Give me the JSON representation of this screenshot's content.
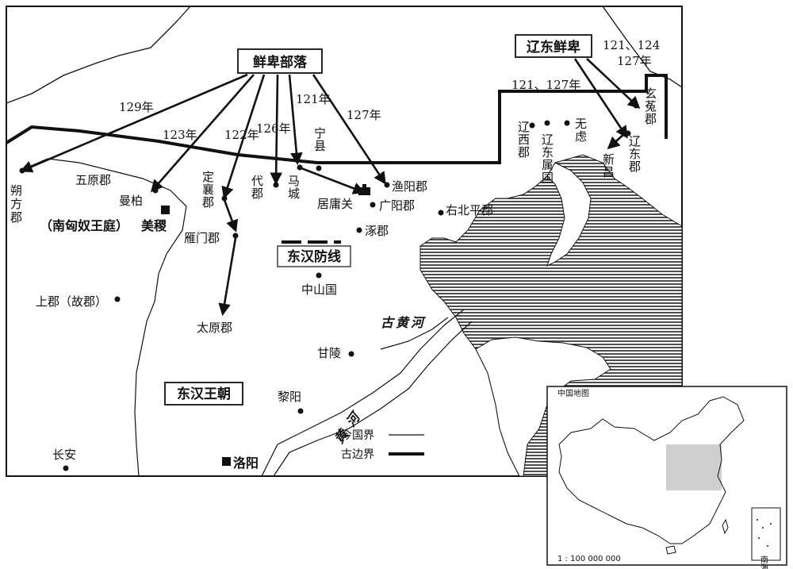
{
  "map": {
    "boxes": {
      "xianbei_tribes": "鲜卑部落",
      "liaodong_xianbei": "辽东鲜卑",
      "eastern_han_dynasty": "东汉王朝",
      "eastern_han_defense_line": "东汉防线"
    },
    "places": {
      "shuofang": "朔方郡",
      "wuyuan": "五原郡",
      "manbai": "曼柏",
      "meiji": "美稷",
      "south_xiongnu_court": "（南匈奴王庭）",
      "dingxiang": "定襄郡",
      "yanmen": "雁门郡",
      "taiyuan": "太原郡",
      "shangjun": "上郡（故郡）",
      "dai": "代郡",
      "macheng": "马城",
      "ningxian": "宁县",
      "juyongguan": "居庸关",
      "yuyang": "渔阳郡",
      "guangyang": "广阳郡",
      "zhuojun": "涿郡",
      "youbeiping": "右北平郡",
      "zhongshan": "中山国",
      "ganling": "甘陵",
      "liyang": "黎阳",
      "changan": "长安",
      "luoyang": "洛阳",
      "liaoxi": "辽西郡",
      "liaodong_shuguo": "辽东属国",
      "wulu": "无虑",
      "xuantu": "玄菟郡",
      "liaodong": "辽东郡",
      "xinchang": "新昌"
    },
    "years": {
      "y129": "129年",
      "y123": "123年",
      "y122": "122年",
      "y126": "126年",
      "y121": "121年",
      "y127": "127年",
      "y121_127": "121、127年",
      "y121_124_127_a": "121、124",
      "y121_124_127_b": "127年"
    },
    "rivers": {
      "ancient_yellow_river": "古黄河",
      "yellow_river": "黄河"
    },
    "legend": {
      "modern_border": "今国界",
      "ancient_border": "古边界"
    },
    "inset": {
      "title": "中国地图",
      "scale": "1 : 100 000 000",
      "south_sea_islands": "南海诸岛"
    }
  }
}
